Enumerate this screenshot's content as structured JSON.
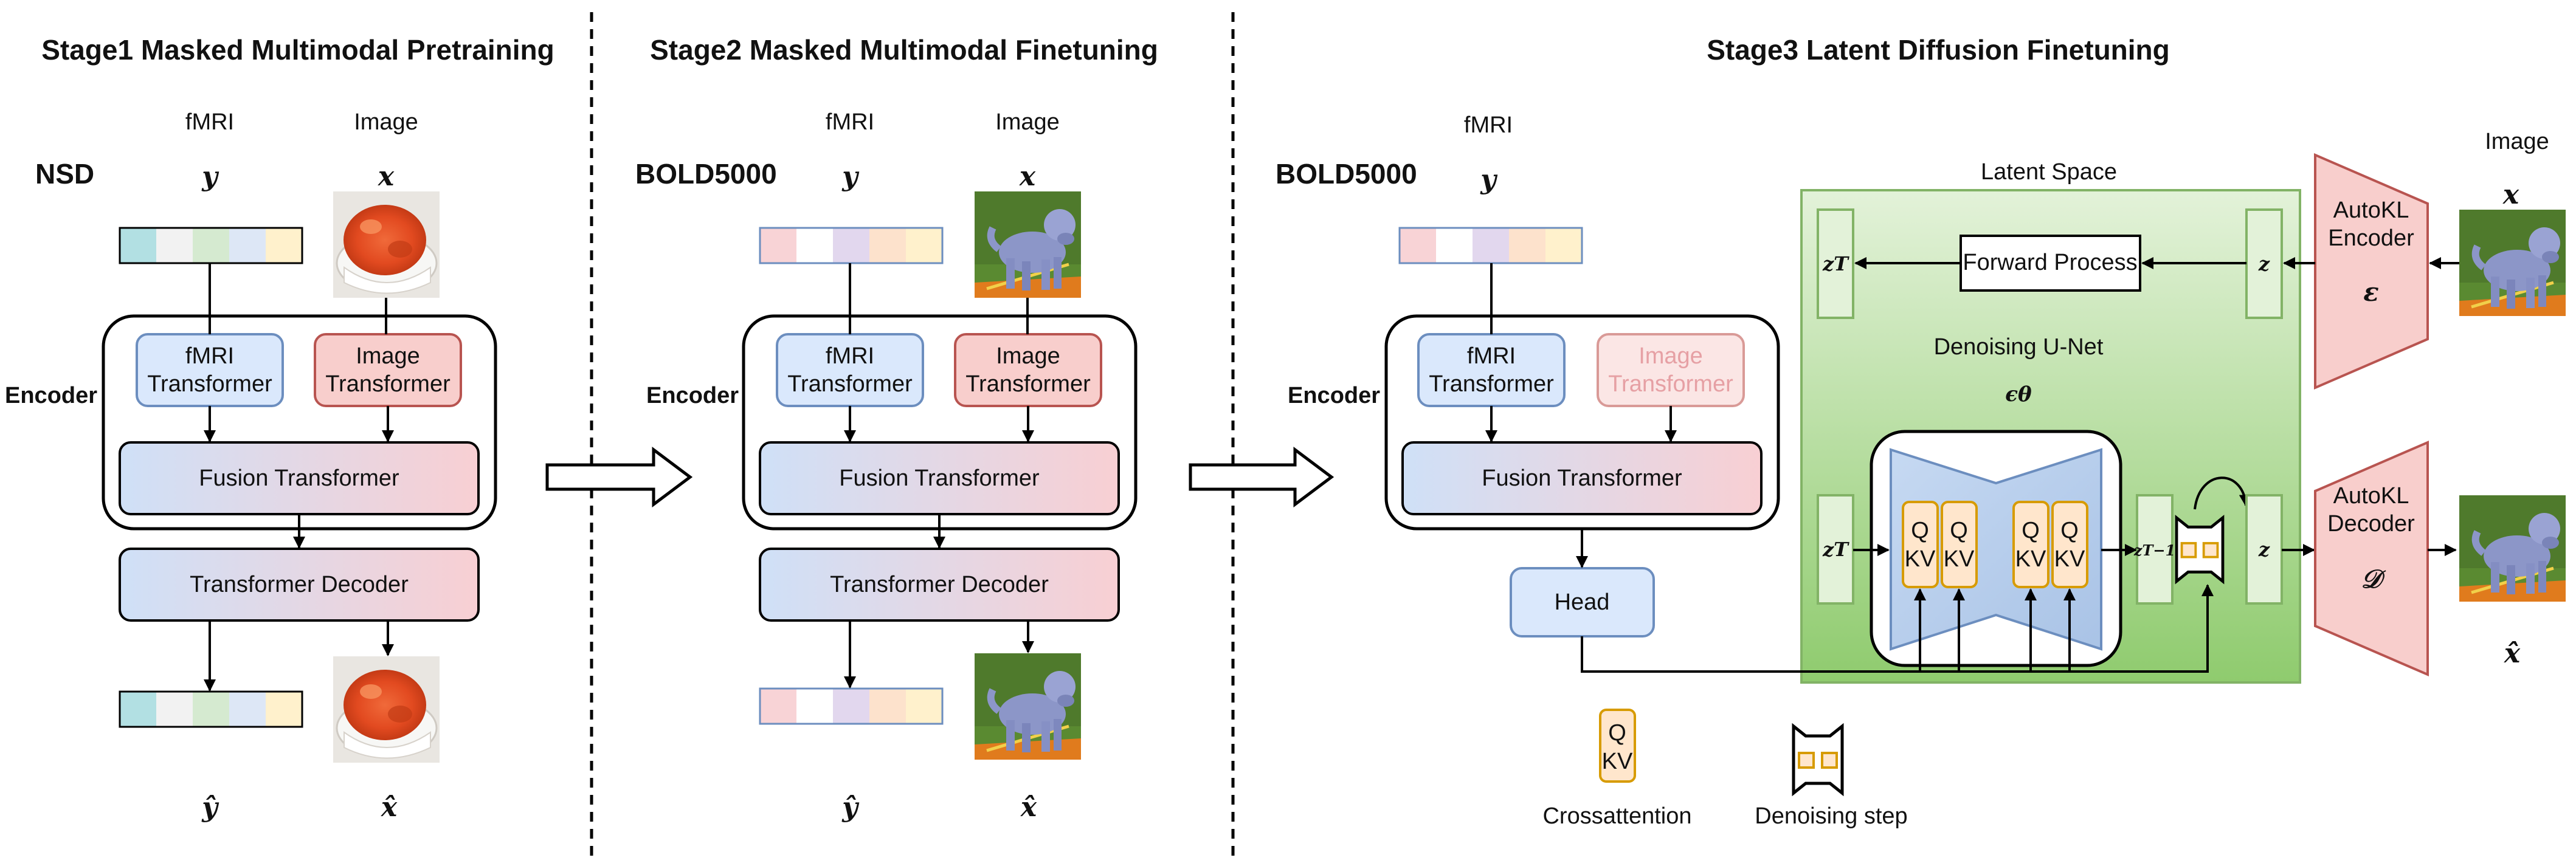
{
  "stage1": {
    "title": "Stage1 Masked Multimodal Pretraining",
    "dataset": "NSD",
    "fmri_label": "fMRI",
    "image_label": "Image",
    "y_symbol": "y",
    "x_symbol": "x",
    "encoder_label": "Encoder",
    "fmri_transformer": [
      "fMRI",
      "Transformer"
    ],
    "image_transformer": [
      "Image",
      "Transformer"
    ],
    "fusion": "Fusion Transformer",
    "decoder": "Transformer Decoder",
    "y_hat": "ŷ",
    "x_hat": "x̂"
  },
  "stage2": {
    "title": "Stage2 Masked Multimodal Finetuning",
    "dataset": "BOLD5000",
    "fmri_label": "fMRI",
    "image_label": "Image",
    "y_symbol": "y",
    "x_symbol": "x",
    "encoder_label": "Encoder",
    "fmri_transformer": [
      "fMRI",
      "Transformer"
    ],
    "image_transformer": [
      "Image",
      "Transformer"
    ],
    "fusion": "Fusion Transformer",
    "decoder": "Transformer Decoder",
    "y_hat": "ŷ",
    "x_hat": "x̂"
  },
  "stage3": {
    "title": "Stage3 Latent Diffusion Finetuning",
    "dataset": "BOLD5000",
    "fmri_label": "fMRI",
    "y_symbol": "y",
    "encoder_label": "Encoder",
    "fmri_transformer": [
      "fMRI",
      "Transformer"
    ],
    "image_transformer": [
      "Image",
      "Transformer"
    ],
    "fusion": "Fusion Transformer",
    "head": "Head",
    "latent_space": "Latent Space",
    "forward_process": "Forward Process",
    "denoising_unet": "Denoising U-Net",
    "epsilon_theta": "ϵθ",
    "zT": "zT",
    "z": "z",
    "zT_minus_1": "zT−1",
    "q": "Q",
    "kv": "KV",
    "image_label": "Image",
    "x_symbol": "x",
    "x_hat": "x̂",
    "autokl_encoder": [
      "AutoKL",
      "Encoder"
    ],
    "encoder_symbol": "ε",
    "autokl_decoder": [
      "AutoKL",
      "Decoder"
    ],
    "decoder_symbol": "𝒟",
    "legend_crossattention": "Crossattention",
    "legend_denoising_step": "Denoising step"
  },
  "colors": {
    "fmri_blue": "#dae8fc",
    "fmri_border": "#6c8ebf",
    "image_red": "#f8cecc",
    "image_border": "#b85450",
    "latent_green": "#9ad27c",
    "latent_border": "#82b366",
    "attention_orange": "#ffe6cc",
    "attention_border": "#d79b00"
  }
}
